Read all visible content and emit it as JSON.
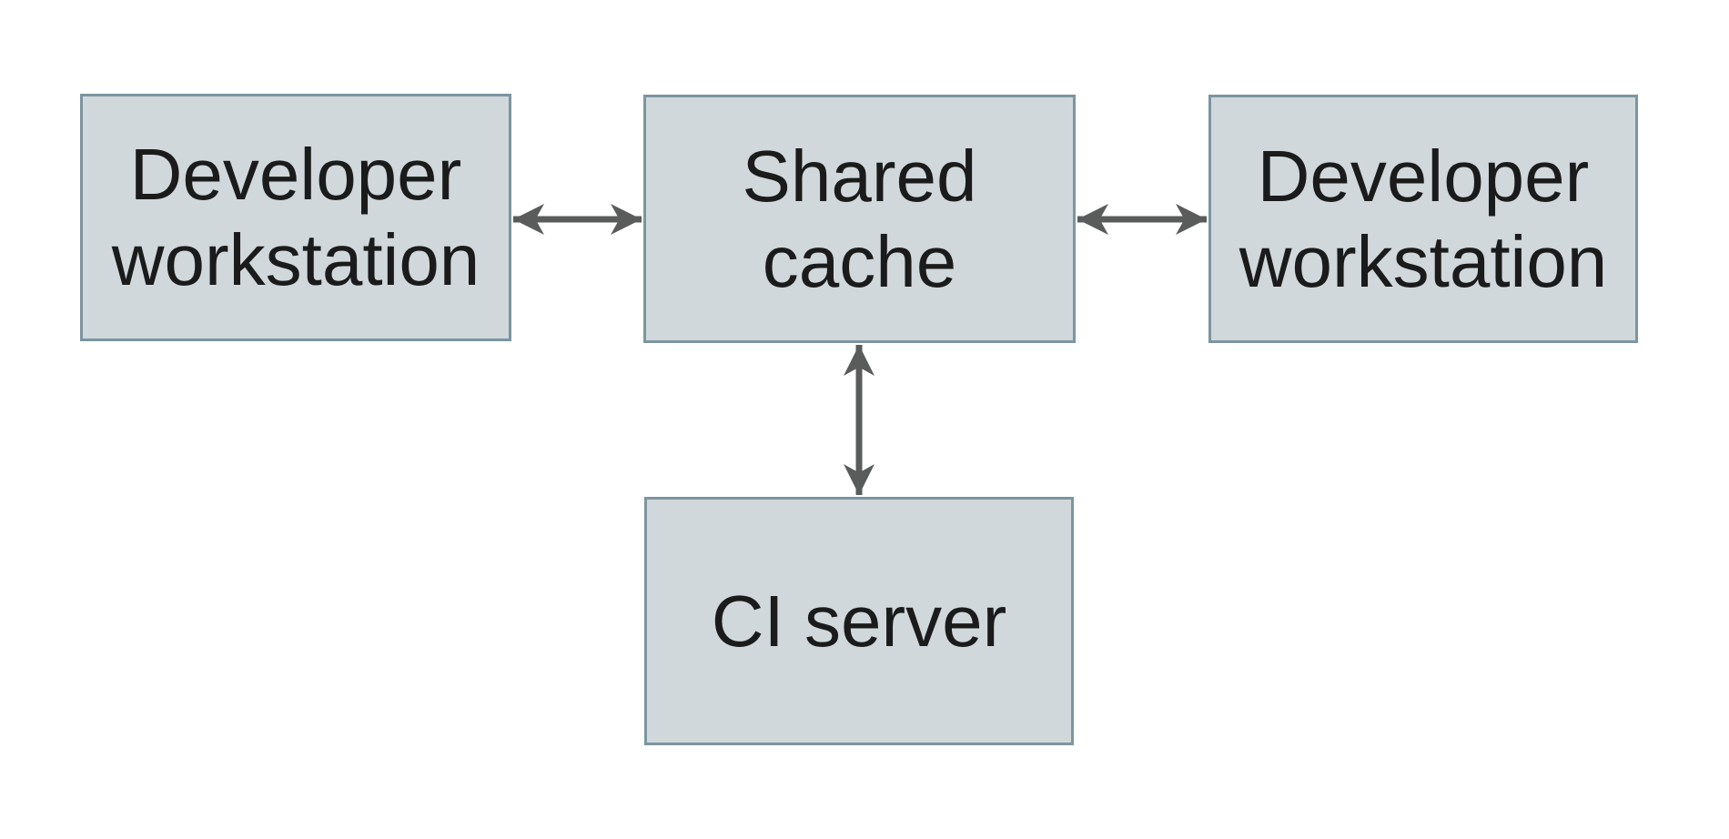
{
  "diagram": {
    "nodes": [
      {
        "id": "developer-workstation-left",
        "label": "Developer\nworkstation"
      },
      {
        "id": "shared-cache",
        "label": "Shared\ncache"
      },
      {
        "id": "developer-workstation-right",
        "label": "Developer\nworkstation"
      },
      {
        "id": "ci-server",
        "label": "CI server"
      }
    ],
    "edges": [
      {
        "from": "developer-workstation-left",
        "to": "shared-cache",
        "direction": "bidirectional"
      },
      {
        "from": "shared-cache",
        "to": "developer-workstation-right",
        "direction": "bidirectional"
      },
      {
        "from": "shared-cache",
        "to": "ci-server",
        "direction": "bidirectional"
      }
    ]
  },
  "theme": {
    "background": "#ffffff",
    "node_fill": "#d0d8db",
    "node_border": "#7c95a0",
    "arrow": "#5a5b5b",
    "text": "#1b1b1b"
  }
}
